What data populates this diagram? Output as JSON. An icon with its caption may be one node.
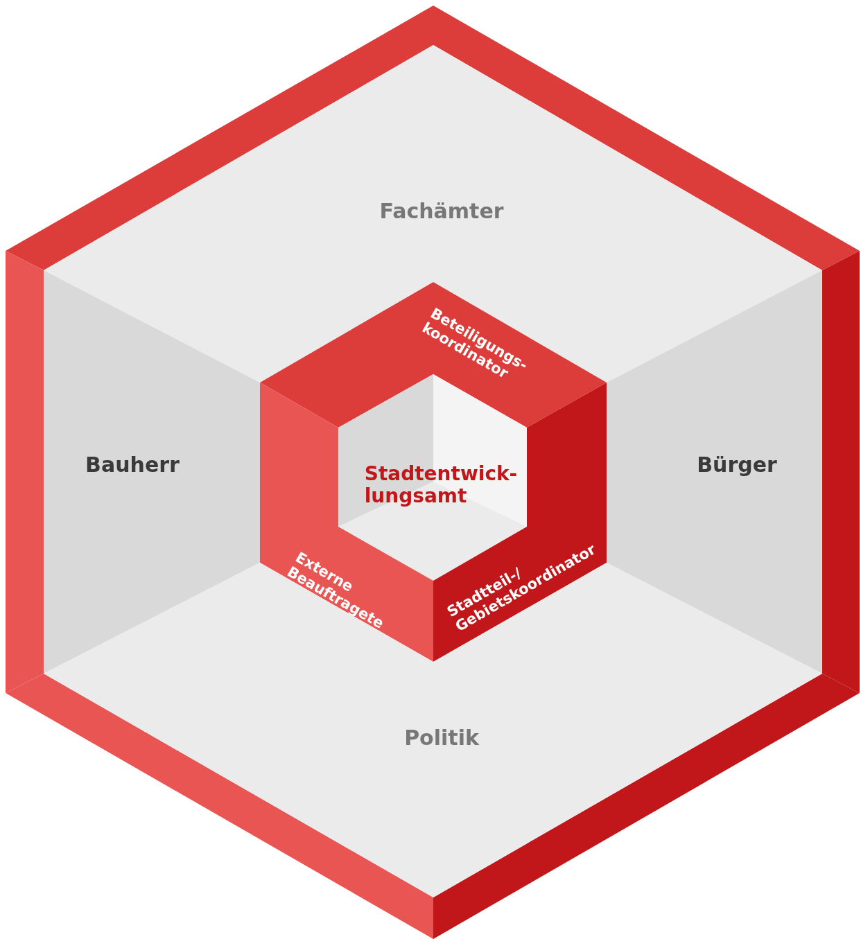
{
  "diagram": {
    "nodes": [
      {
        "text": [
          "Fachämter"
        ]
      },
      {
        "text": [
          "Bauherr"
        ]
      },
      {
        "text": [
          "Bürger"
        ]
      },
      {
        "text": [
          "Beteiligungs- koordinator"
        ]
      },
      {
        "text": [
          "Stadtentwick- lungsamt"
        ]
      },
      {
        "text": [
          "Externe Beauftragete"
        ]
      },
      {
        "text": [
          "Stadtteil-/ Gebietskoordinator"
        ]
      },
      {
        "text": [
          "Politik"
        ]
      }
    ]
  }
}
